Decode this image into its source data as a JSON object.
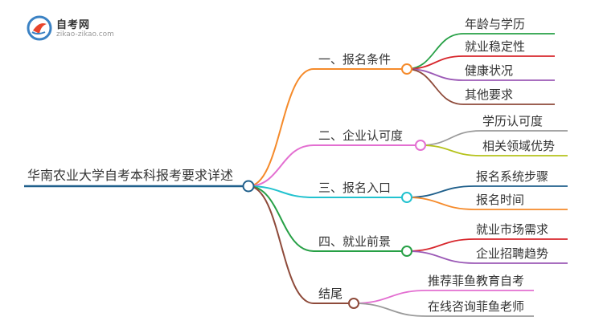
{
  "logo": {
    "title": "自考网",
    "url": "zikao-zikao.com"
  },
  "diagram": {
    "root": {
      "label": "华南农业大学自考本科报考要求详述",
      "color": "#1f5f8b"
    },
    "branches": [
      {
        "label": "一、报名条件",
        "color": "#f58a2a",
        "children": [
          {
            "label": "年龄与学历",
            "color": "#27a046"
          },
          {
            "label": "就业稳定性",
            "color": "#d7262c"
          },
          {
            "label": "健康状况",
            "color": "#9b59b6"
          },
          {
            "label": "其他要求",
            "color": "#8e4a3a"
          }
        ]
      },
      {
        "label": "二、企业认可度",
        "color": "#e36fd1",
        "children": [
          {
            "label": "学历认可度",
            "color": "#9a9a9a"
          },
          {
            "label": "相关领域优势",
            "color": "#b5c21b"
          }
        ]
      },
      {
        "label": "三、报名入口",
        "color": "#22c2cf",
        "children": [
          {
            "label": "报名系统步骤",
            "color": "#1f5f8b"
          },
          {
            "label": "报名时间",
            "color": "#f58a2a"
          }
        ]
      },
      {
        "label": "四、就业前景",
        "color": "#27a046",
        "children": [
          {
            "label": "就业市场需求",
            "color": "#d7262c"
          },
          {
            "label": "企业招聘趋势",
            "color": "#9b59b6"
          }
        ]
      },
      {
        "label": "结尾",
        "color": "#8e4a3a",
        "children": [
          {
            "label": "推荐菲鱼教育自考",
            "color": "#e36fd1"
          },
          {
            "label": "在线咨询菲鱼老师",
            "color": "#9a9a9a"
          }
        ]
      }
    ]
  }
}
